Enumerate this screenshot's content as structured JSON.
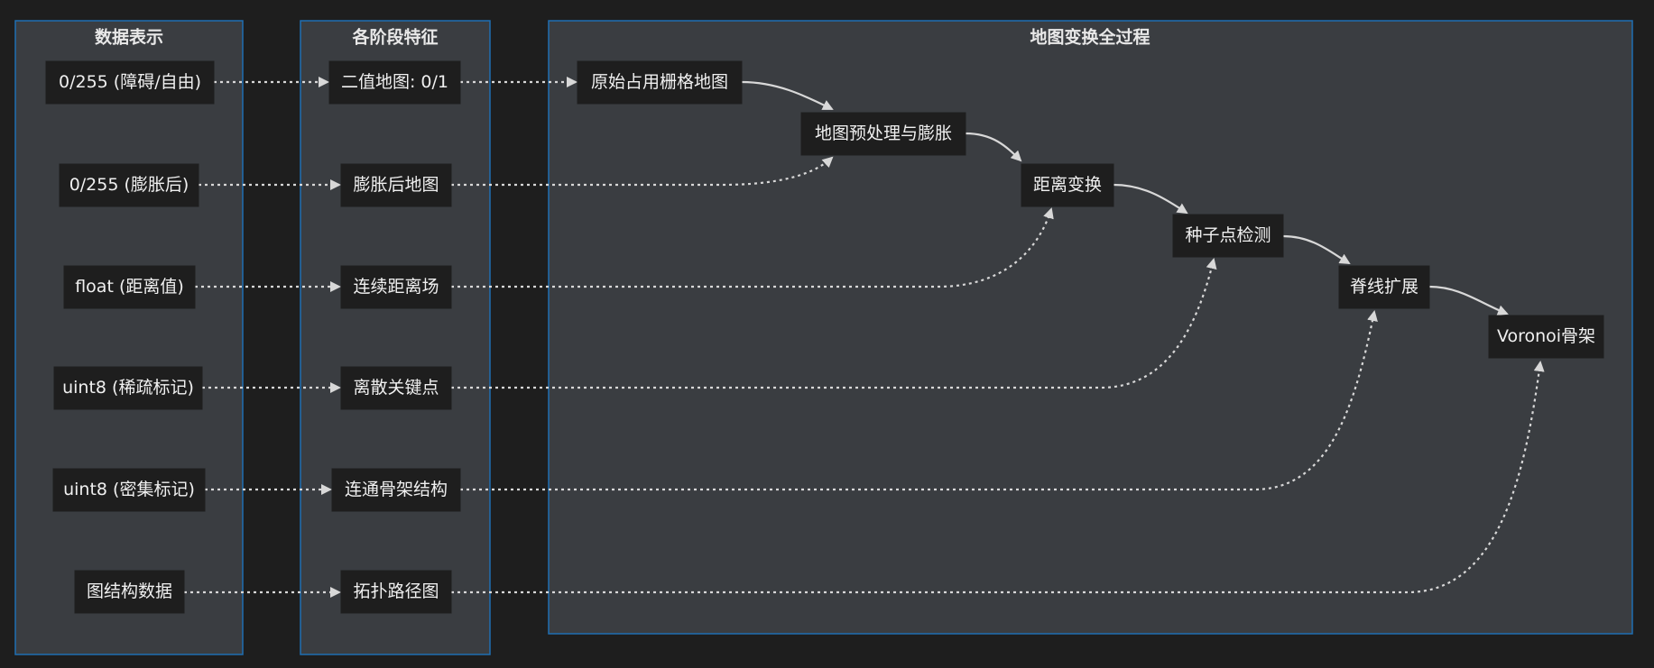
{
  "clusters": {
    "data_repr": {
      "title": "数据表示"
    },
    "stage_features": {
      "title": "各阶段特征"
    },
    "transform": {
      "title": "地图变换全过程"
    }
  },
  "data_nodes": [
    {
      "label": "0/255 (障碍/自由)"
    },
    {
      "label": "0/255 (膨胀后)"
    },
    {
      "label": "float (距离值)"
    },
    {
      "label": "uint8 (稀疏标记)"
    },
    {
      "label": "uint8 (密集标记)"
    },
    {
      "label": "图结构数据"
    }
  ],
  "feature_nodes": [
    {
      "label": "二值地图: 0/1"
    },
    {
      "label": "膨胀后地图"
    },
    {
      "label": "连续距离场"
    },
    {
      "label": "离散关键点"
    },
    {
      "label": "连通骨架结构"
    },
    {
      "label": "拓扑路径图"
    }
  ],
  "process_nodes": [
    {
      "label": "原始占用栅格地图"
    },
    {
      "label": "地图预处理与膨胀"
    },
    {
      "label": "距离变换"
    },
    {
      "label": "种子点检测"
    },
    {
      "label": "脊线扩展"
    },
    {
      "label": "Voronoi骨架"
    }
  ],
  "colors": {
    "background": "#1e1e1e",
    "cluster_fill": "#3a3d41",
    "cluster_border": "#1f6fb2",
    "node_fill": "#1e1e1e",
    "text": "#f0f0f0",
    "edge": "#d8d8d8"
  }
}
